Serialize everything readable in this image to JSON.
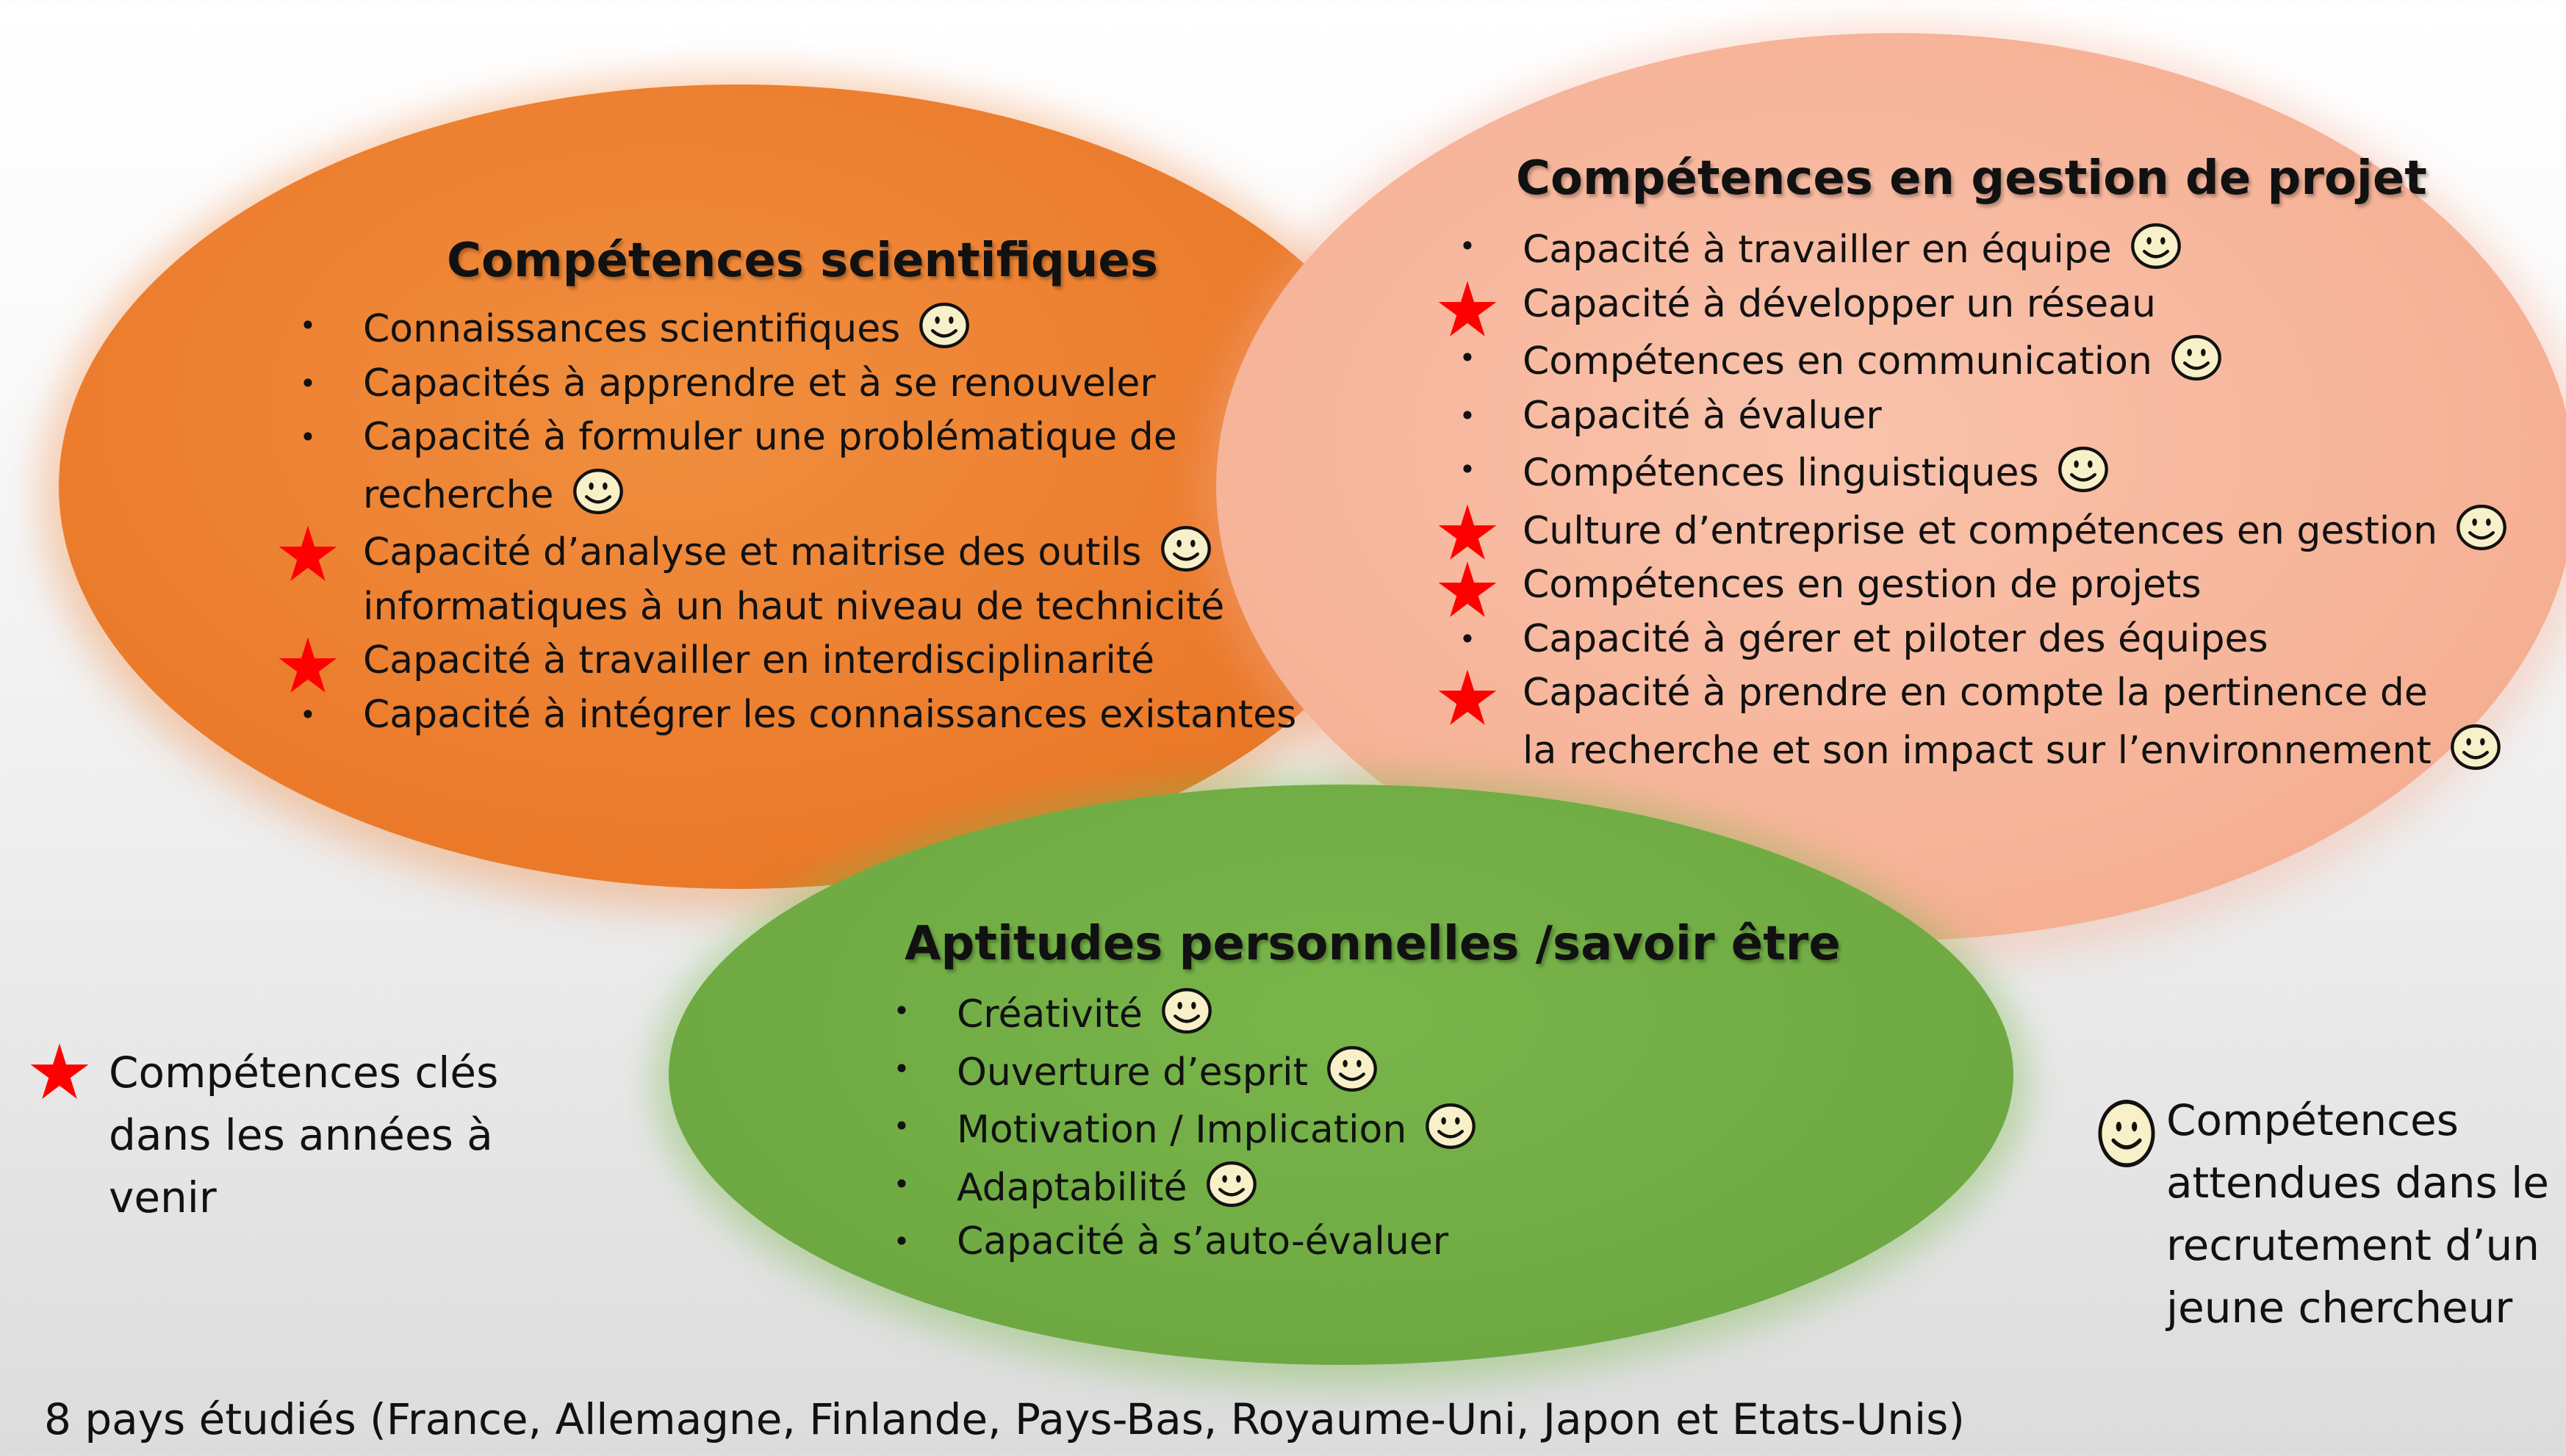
{
  "colors": {
    "scientific": "#ec7d2e",
    "project": "#f6b398",
    "personal": "#6faa43",
    "star": "#ff0000",
    "smiley": "#f7f0c8"
  },
  "icons": {
    "key_marker": "star-icon",
    "expected_marker": "smiley-icon"
  },
  "groups": {
    "scientific": {
      "title": "Compétences scientifiques",
      "items": [
        {
          "text": "Connaissances scientifiques",
          "star": false,
          "smiley": true
        },
        {
          "text": "Capacités à apprendre et à se renouveler",
          "star": false,
          "smiley": false
        },
        {
          "text": "Capacité à formuler une problématique de",
          "cont": "recherche",
          "star": false,
          "smiley": true
        },
        {
          "text": "Capacité d’analyse et maitrise des outils",
          "cont": "informatiques à un haut niveau de technicité",
          "star": true,
          "smiley": true,
          "smileyOnFirst": true
        },
        {
          "text": "Capacité à travailler en interdisciplinarité",
          "star": true,
          "smiley": false
        },
        {
          "text": "Capacité à intégrer les connaissances existantes",
          "star": false,
          "smiley": false
        }
      ]
    },
    "project": {
      "title": "Compétences en gestion de projet",
      "items": [
        {
          "text": "Capacité à travailler en équipe",
          "star": false,
          "smiley": true
        },
        {
          "text": "Capacité à développer un réseau",
          "star": true,
          "smiley": false
        },
        {
          "text": "Compétences en communication",
          "star": false,
          "smiley": true
        },
        {
          "text": "Capacité à évaluer",
          "star": false,
          "smiley": false
        },
        {
          "text": "Compétences linguistiques",
          "star": false,
          "smiley": true
        },
        {
          "text": "Culture d’entreprise et compétences en gestion",
          "star": true,
          "smiley": true
        },
        {
          "text": "Compétences en gestion de projets",
          "star": true,
          "smiley": false
        },
        {
          "text": "Capacité à gérer et piloter des équipes",
          "star": false,
          "smiley": false
        },
        {
          "text": "Capacité à prendre en compte la pertinence de",
          "cont": "la recherche et son impact sur l’environnement",
          "star": true,
          "smiley": true
        }
      ]
    },
    "personal": {
      "title": "Aptitudes personnelles /savoir être",
      "items": [
        {
          "text": "Créativité",
          "star": false,
          "smiley": true
        },
        {
          "text": "Ouverture d’esprit",
          "star": false,
          "smiley": true
        },
        {
          "text": "Motivation / Implication",
          "star": false,
          "smiley": true
        },
        {
          "text": "Adaptabilité",
          "star": false,
          "smiley": true
        },
        {
          "text": "Capacité à s’auto-évaluer",
          "star": false,
          "smiley": false
        }
      ]
    }
  },
  "legend": {
    "key": {
      "lines": [
        "Compétences clés",
        "dans les années à",
        "venir"
      ]
    },
    "expected": {
      "lines": [
        "Compétences",
        "attendues dans le",
        "recrutement d’un",
        "jeune chercheur"
      ]
    }
  },
  "footer": "8 pays étudiés (France, Allemagne, Finlande, Pays-Bas, Royaume-Uni, Japon et Etats-Unis)"
}
